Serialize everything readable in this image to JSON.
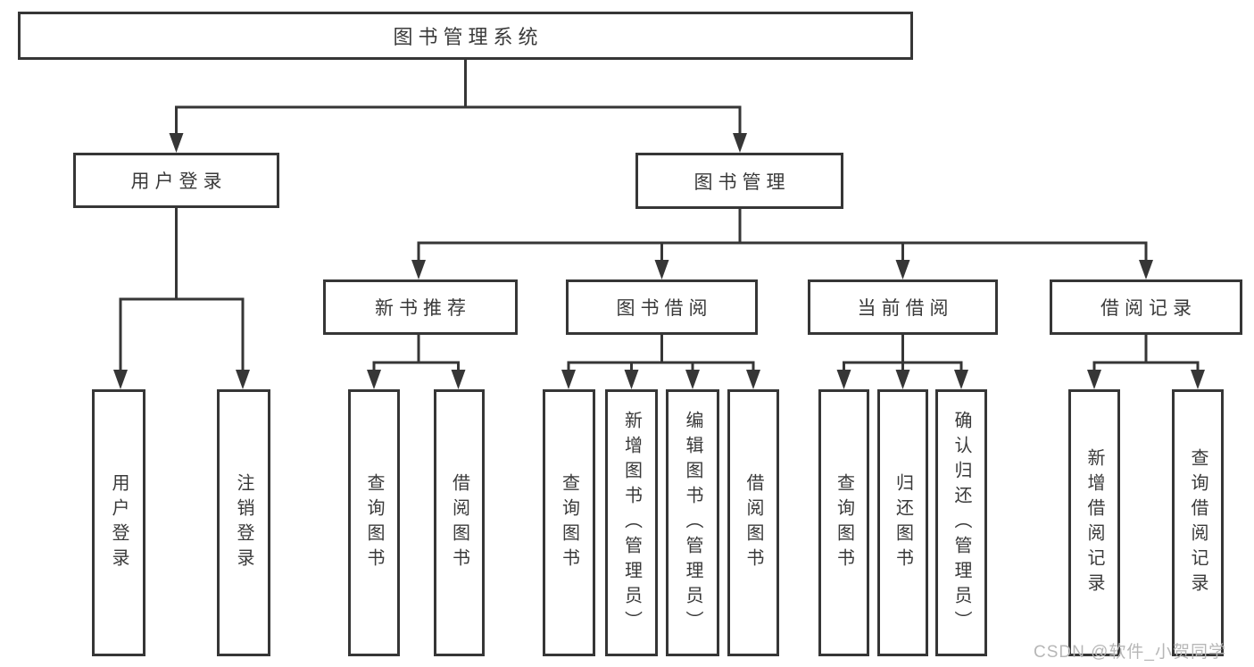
{
  "tree": {
    "root": {
      "label": "图书管理系统"
    },
    "branches": [
      {
        "label": "用户登录",
        "leaves": [
          "用户登录",
          "注销登录"
        ]
      },
      {
        "label": "图书管理",
        "groups": [
          {
            "label": "新书推荐",
            "leaves": [
              "查询图书",
              "借阅图书"
            ]
          },
          {
            "label": "图书借阅",
            "leaves": [
              "查询图书",
              "新增图书（管理员）",
              "编辑图书（管理员）",
              "借阅图书"
            ]
          },
          {
            "label": "当前借阅",
            "leaves": [
              "查询图书",
              "归还图书",
              "确认归还（管理员）"
            ]
          },
          {
            "label": "借阅记录",
            "leaves": [
              "新增借阅记录",
              "查询借阅记录"
            ]
          }
        ]
      }
    ]
  },
  "watermark": "CSDN @软件_小贺同学",
  "colors": {
    "line": "#363636",
    "text": "#3a3a3a",
    "watermark": "#b7b7b7",
    "background": "#ffffff"
  }
}
